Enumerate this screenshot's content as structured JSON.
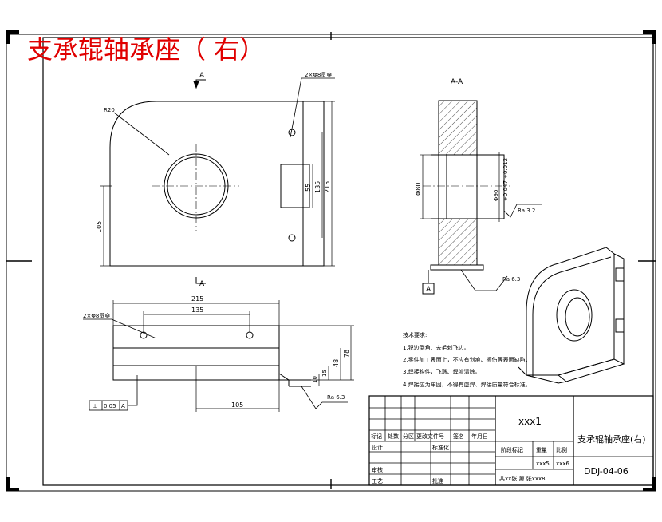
{
  "overlay_title": "支承辊轴承座（ 右）",
  "front_view": {
    "section_mark_top": "A",
    "section_mark_bottom": "A",
    "hole_note": "2×Φ8贯穿",
    "radius": "R20",
    "dims": {
      "h105": "105",
      "h55": "55",
      "h135": "135",
      "h215": "215"
    }
  },
  "section_view": {
    "title": "A-A",
    "dims": {
      "d80": "Φ80",
      "d90": "Φ90",
      "tol": "+0.047\n+0.012"
    },
    "roughness_1": "Ra 3.2",
    "roughness_2": "Ra 6.3",
    "datum": "A"
  },
  "top_view": {
    "hole_note": "2×Φ8贯穿",
    "dims": {
      "w215": "215",
      "w135": "135",
      "w105": "105",
      "h78": "78",
      "h48": "48",
      "h15": "15",
      "h10": "10"
    },
    "roughness": "Ra 6.3",
    "tolerance_frame": {
      "symbol": "⊥",
      "value": "0.05",
      "datum": "A"
    }
  },
  "tech_notes": {
    "heading": "技术要求:",
    "lines": [
      "1.锐边倒角、去毛刺飞边。",
      "2.零件加工表面上，不应有划痕、擦伤等表面缺陷。",
      "3.焊接构件，飞溅、焊渣清除。",
      "4.焊接应为牢固，不得有虚焊、焊接质量符合标准。"
    ]
  },
  "title_block": {
    "company": "xxx1",
    "part_name": "支承辊轴承座(右)",
    "drawing_no": "DDJ-04-06",
    "headers": [
      "标记",
      "处数",
      "分区",
      "更改文件号",
      "签名",
      "年月日"
    ],
    "row_labels": [
      "设计",
      "审核",
      "工艺"
    ],
    "std_label": "标准化",
    "approve_label": "批准",
    "stage_label": "阶段标记",
    "weight_label": "重量",
    "scale_label": "比例",
    "weight_value": "xxx5",
    "scale_value": "xxx6",
    "sheets_text": "共xx张  第  张xxx8"
  }
}
